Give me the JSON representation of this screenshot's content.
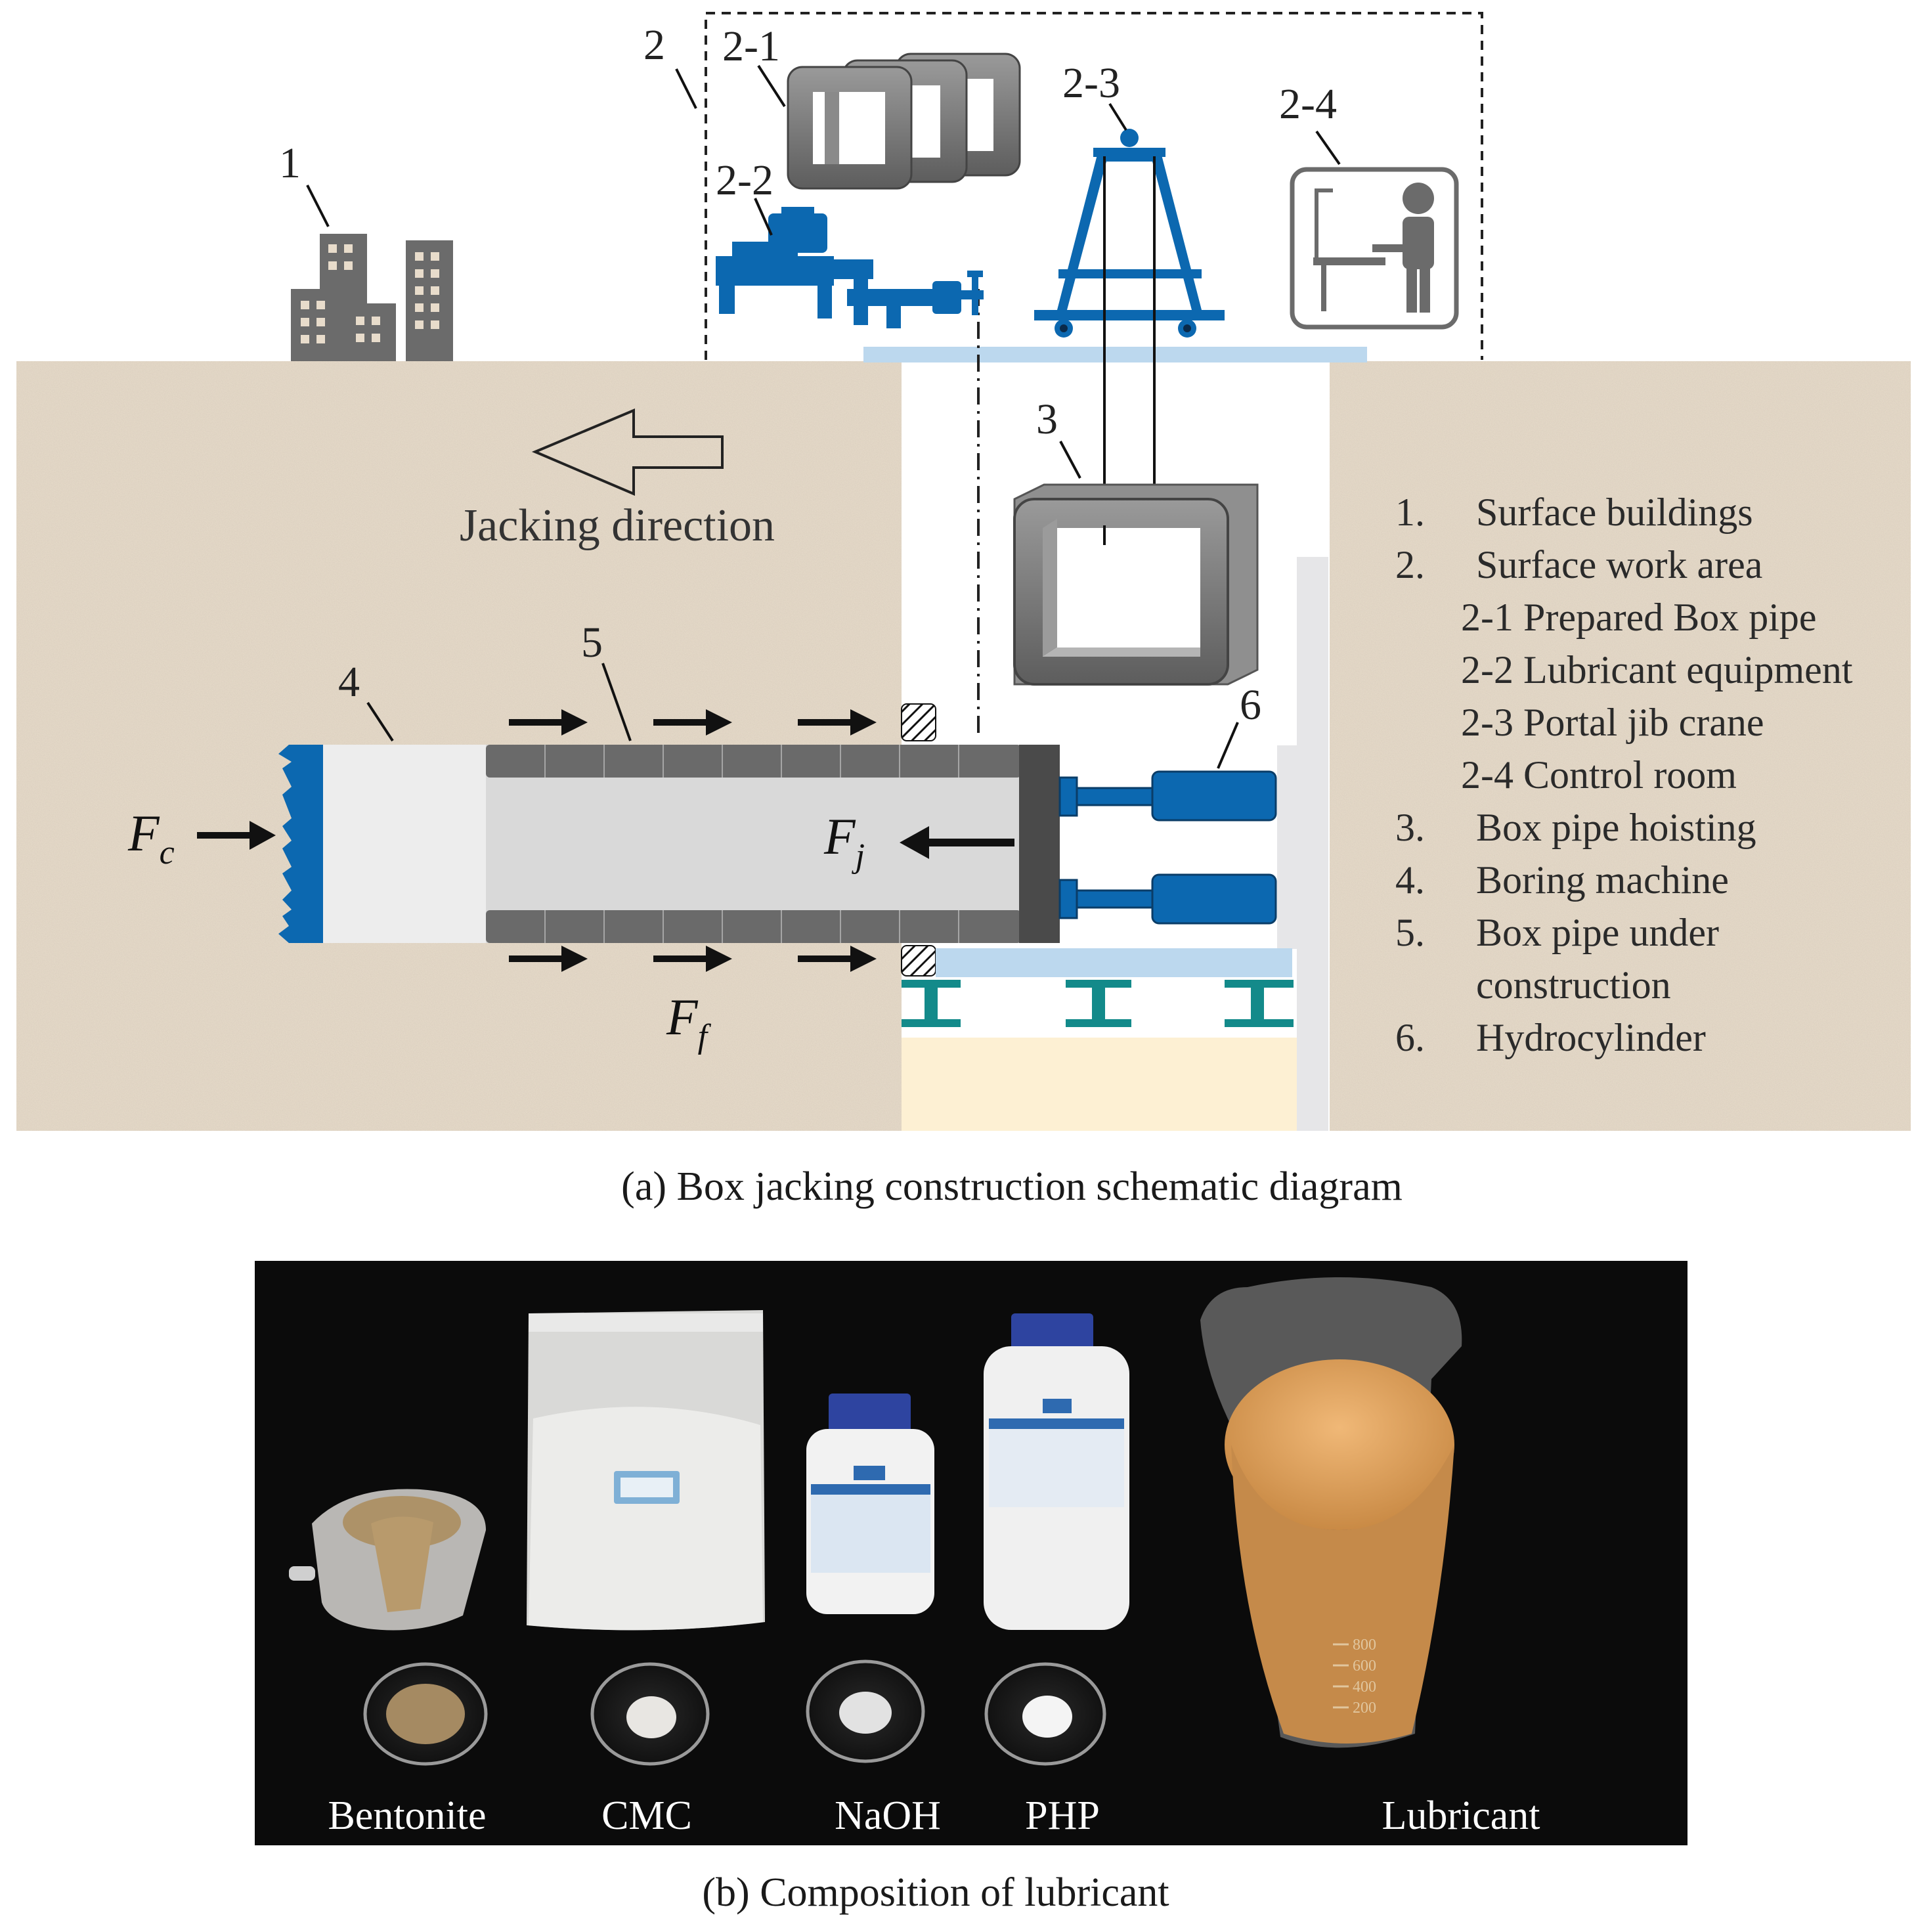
{
  "panel_a": {
    "caption": "(a) Box jacking construction schematic diagram",
    "jacking_label": "Jacking direction",
    "callouts": {
      "c1": "1",
      "c2": "2",
      "c2_1": "2-1",
      "c2_2": "2-2",
      "c2_3": "2-3",
      "c2_4": "2-4",
      "c3": "3",
      "c4": "4",
      "c5": "5",
      "c6": "6"
    },
    "forces": {
      "fc_main": "F",
      "fc_sub": "c",
      "fj_main": "F",
      "fj_sub": "j",
      "ff_main": "F",
      "ff_sub": "f"
    },
    "legend": [
      {
        "num": "1.",
        "text": "Surface buildings"
      },
      {
        "num": "2.",
        "text": "Surface work area"
      },
      {
        "num": "",
        "text": "2-1 Prepared Box pipe"
      },
      {
        "num": "",
        "text": "2-2 Lubricant equipment"
      },
      {
        "num": "",
        "text": "2-3 Portal jib crane"
      },
      {
        "num": "",
        "text": "2-4 Control room"
      },
      {
        "num": "3.",
        "text": "Box pipe hoisting"
      },
      {
        "num": "4.",
        "text": "Boring machine"
      },
      {
        "num": "5.",
        "text": "Box pipe under"
      },
      {
        "num": "",
        "text": "construction"
      },
      {
        "num": "6.",
        "text": "Hydrocylinder"
      }
    ]
  },
  "panel_b": {
    "caption": "(b) Composition of lubricant",
    "labels": {
      "bentonite": "Bentonite",
      "cmc": "CMC",
      "naoh": "NaOH",
      "php": "PHP",
      "lubricant": "Lubricant"
    },
    "beaker_marks": [
      "800",
      "600",
      "400",
      "200"
    ]
  },
  "colors": {
    "soil": "#e8dccb",
    "equipment_blue": "#0c68b0",
    "pipe_gray": "#6e6e6e",
    "photo_background": "#0b0b0b",
    "lubricant": "#e3a561"
  }
}
